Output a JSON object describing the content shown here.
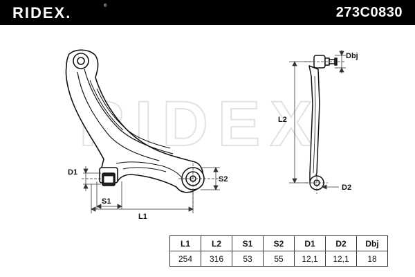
{
  "header": {
    "brand": "RIDEX.",
    "brand_mark": "®",
    "part_number": "273C0830"
  },
  "watermark": {
    "text": "RIDEX"
  },
  "dimension_labels": {
    "l1": "L1",
    "l2": "L2",
    "s1": "S1",
    "s2": "S2",
    "d1": "D1",
    "d2": "D2",
    "dbj": "Dbj"
  },
  "spec_table": {
    "headers": [
      "L1",
      "L2",
      "S1",
      "S2",
      "D1",
      "D2",
      "Dbj"
    ],
    "values": [
      "254",
      "316",
      "53",
      "55",
      "12,1",
      "12,1",
      "18"
    ]
  }
}
